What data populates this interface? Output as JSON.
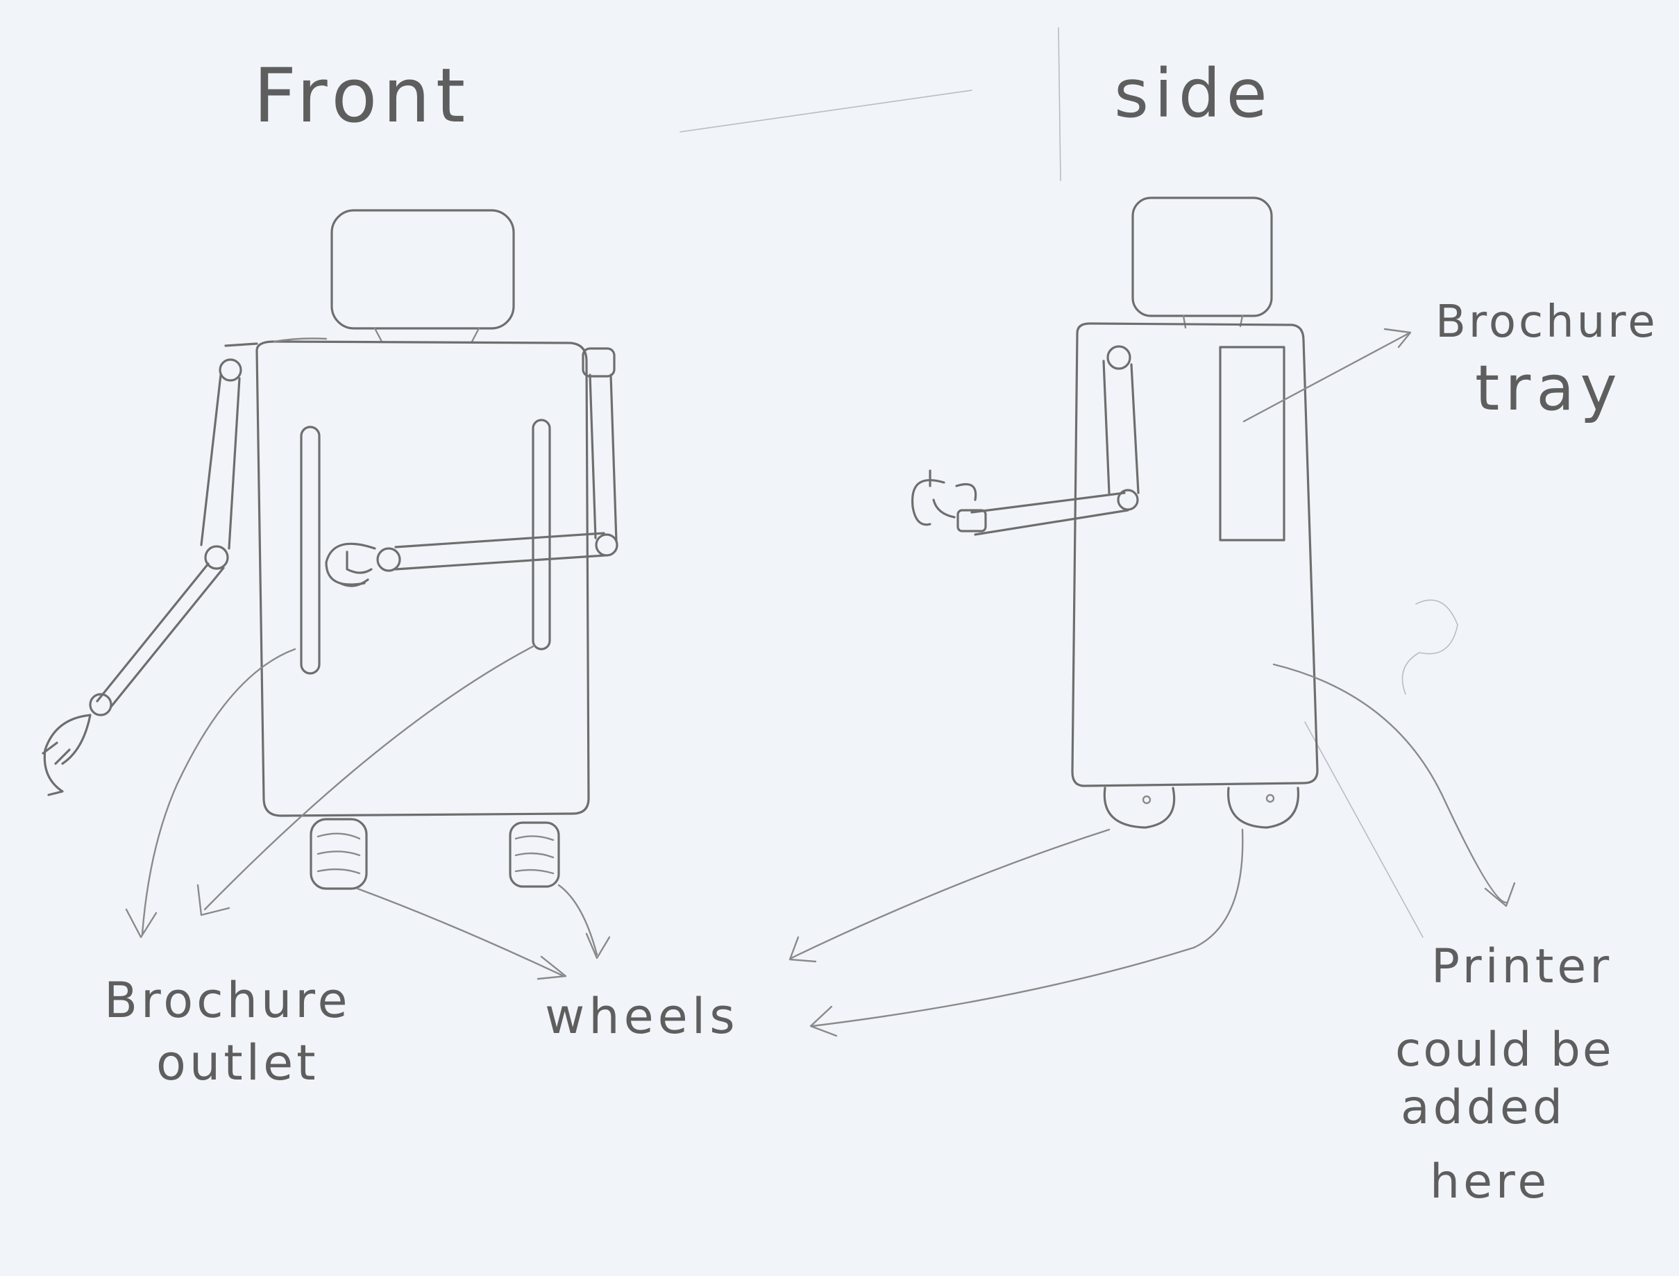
{
  "views": {
    "front": {
      "title": "Front"
    },
    "side": {
      "title": "side"
    }
  },
  "labels": {
    "brochure_outlet": [
      "Brochure",
      "outlet"
    ],
    "wheels": "wheels",
    "brochure_tray": [
      "Brochure",
      "tray"
    ],
    "printer": [
      "Printer",
      "could be",
      "added",
      "here"
    ]
  }
}
